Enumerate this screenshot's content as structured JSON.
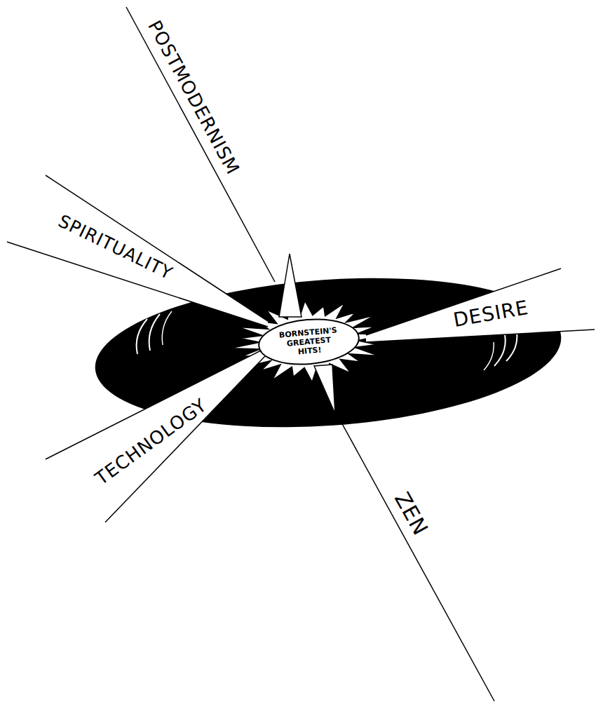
{
  "diagram": {
    "nodes": [
      {
        "text": [
          "BORNSTEIN'S GREATEST HITS!"
        ]
      }
    ],
    "labels": [
      "POSTMODERNISM",
      "SPIRITUALITY",
      "DESIRE",
      "TECHNOLOGY",
      "ZEN"
    ]
  }
}
